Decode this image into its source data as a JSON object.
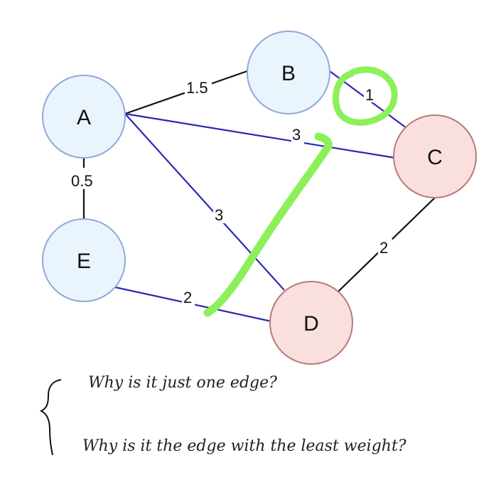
{
  "graph": {
    "nodes": [
      {
        "id": "A",
        "label": "A",
        "group": "blue"
      },
      {
        "id": "B",
        "label": "B",
        "group": "blue"
      },
      {
        "id": "C",
        "label": "C",
        "group": "red"
      },
      {
        "id": "D",
        "label": "D",
        "group": "red"
      },
      {
        "id": "E",
        "label": "E",
        "group": "blue"
      }
    ],
    "edges": [
      {
        "from": "A",
        "to": "B",
        "weight": "1.5",
        "color": "black"
      },
      {
        "from": "B",
        "to": "C",
        "weight": "1",
        "color": "blue"
      },
      {
        "from": "A",
        "to": "C",
        "weight": "3",
        "color": "blue"
      },
      {
        "from": "A",
        "to": "D",
        "weight": "3",
        "color": "blue"
      },
      {
        "from": "A",
        "to": "E",
        "weight": "0.5",
        "color": "black"
      },
      {
        "from": "E",
        "to": "D",
        "weight": "2",
        "color": "blue"
      },
      {
        "from": "C",
        "to": "D",
        "weight": "2",
        "color": "black"
      }
    ]
  },
  "colors": {
    "blue_node_fill": "#eaf4fd",
    "blue_node_stroke": "#8fa9d6",
    "red_node_fill": "#f9dfdd",
    "red_node_stroke": "#b97a78",
    "blue_edge": "#2a2ab0",
    "black_edge": "#111111",
    "highlight": "#8cf05a"
  },
  "annotations": {
    "question_1": "Why is it just one edge?",
    "question_2": "Why is it the edge with the least weight?"
  }
}
